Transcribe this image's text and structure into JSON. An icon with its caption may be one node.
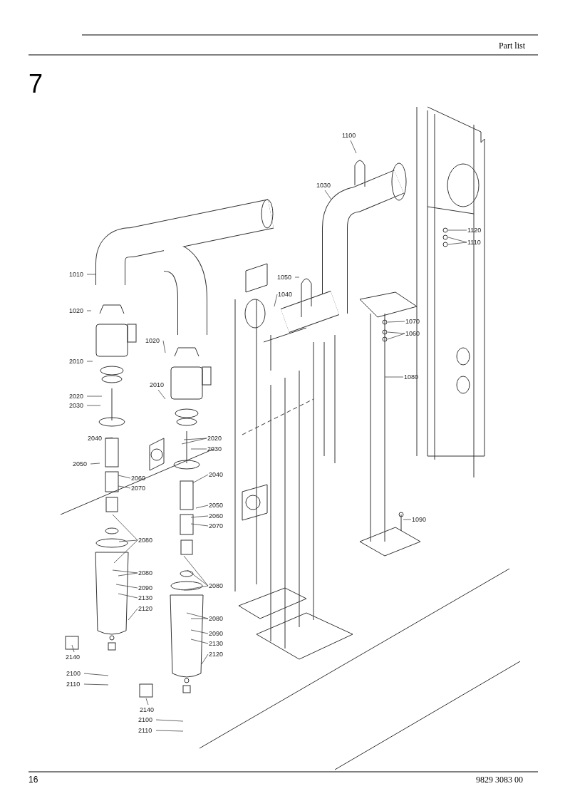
{
  "diagram": {
    "nodes": [
      {
        "text": [
          "1010"
        ]
      },
      {
        "text": [
          "1020"
        ]
      },
      {
        "text": [
          "2010"
        ]
      },
      {
        "text": [
          "2020"
        ]
      },
      {
        "text": [
          "2030"
        ]
      },
      {
        "text": [
          "2040"
        ]
      },
      {
        "text": [
          "2050"
        ]
      },
      {
        "text": [
          "2060"
        ]
      },
      {
        "text": [
          "2070"
        ]
      },
      {
        "text": [
          "2080"
        ]
      },
      {
        "text": [
          "2080"
        ]
      },
      {
        "text": [
          "2090"
        ]
      },
      {
        "text": [
          "2130"
        ]
      },
      {
        "text": [
          "2120"
        ]
      },
      {
        "text": [
          "2140"
        ]
      },
      {
        "text": [
          "2100"
        ]
      },
      {
        "text": [
          "2110"
        ]
      },
      {
        "text": [
          "1020"
        ]
      },
      {
        "text": [
          "2010"
        ]
      },
      {
        "text": [
          "2020"
        ]
      },
      {
        "text": [
          "2030"
        ]
      },
      {
        "text": [
          "2040"
        ]
      },
      {
        "text": [
          "2050"
        ]
      },
      {
        "text": [
          "2060"
        ]
      },
      {
        "text": [
          "2070"
        ]
      },
      {
        "text": [
          "2080"
        ]
      },
      {
        "text": [
          "2080"
        ]
      },
      {
        "text": [
          "2090"
        ]
      },
      {
        "text": [
          "2130"
        ]
      },
      {
        "text": [
          "2120"
        ]
      },
      {
        "text": [
          "2140"
        ]
      },
      {
        "text": [
          "2100"
        ]
      },
      {
        "text": [
          "2110"
        ]
      },
      {
        "text": [
          "1100"
        ]
      },
      {
        "text": [
          "1030"
        ]
      },
      {
        "text": [
          "1050"
        ]
      },
      {
        "text": [
          "1040"
        ]
      },
      {
        "text": [
          "1120"
        ]
      },
      {
        "text": [
          "1110"
        ]
      },
      {
        "text": [
          "1070"
        ]
      },
      {
        "text": [
          "1060"
        ]
      },
      {
        "text": [
          "1080"
        ]
      },
      {
        "text": [
          "1090"
        ]
      }
    ],
    "edges": [
      {
        "from": 0,
        "to": null,
        "arrow": "none"
      },
      {
        "from": 1,
        "to": null,
        "arrow": "none"
      },
      {
        "from": 2,
        "to": null,
        "arrow": "none"
      },
      {
        "from": 3,
        "to": null,
        "arrow": "none"
      },
      {
        "from": 4,
        "to": null,
        "arrow": "none"
      },
      {
        "from": 5,
        "to": null,
        "arrow": "none"
      },
      {
        "from": 6,
        "to": null,
        "arrow": "none"
      },
      {
        "from": 7,
        "to": null,
        "arrow": "none"
      },
      {
        "from": 8,
        "to": null,
        "arrow": "none"
      },
      {
        "from": 9,
        "to": null,
        "arrow": "none"
      },
      {
        "from": 9,
        "to": null,
        "arrow": "none"
      },
      {
        "from": 9,
        "to": null,
        "arrow": "none"
      },
      {
        "from": 10,
        "to": null,
        "arrow": "none"
      },
      {
        "from": 10,
        "to": null,
        "arrow": "none"
      },
      {
        "from": 11,
        "to": null,
        "arrow": "none"
      },
      {
        "from": 12,
        "to": null,
        "arrow": "none"
      },
      {
        "from": 13,
        "to": null,
        "arrow": "none"
      },
      {
        "from": 14,
        "to": null,
        "arrow": "none"
      },
      {
        "from": 15,
        "to": null,
        "arrow": "none"
      },
      {
        "from": 16,
        "to": null,
        "arrow": "none"
      },
      {
        "from": 17,
        "to": null,
        "arrow": "none"
      },
      {
        "from": 18,
        "to": null,
        "arrow": "none"
      },
      {
        "from": 19,
        "to": null,
        "arrow": "none"
      },
      {
        "from": 19,
        "to": null,
        "arrow": "none"
      },
      {
        "from": 20,
        "to": null,
        "arrow": "none"
      },
      {
        "from": 21,
        "to": null,
        "arrow": "none"
      },
      {
        "from": 22,
        "to": null,
        "arrow": "none"
      },
      {
        "from": 23,
        "to": null,
        "arrow": "none"
      },
      {
        "from": 24,
        "to": null,
        "arrow": "none"
      },
      {
        "from": 25,
        "to": null,
        "arrow": "none"
      },
      {
        "from": 25,
        "to": null,
        "arrow": "none"
      },
      {
        "from": 25,
        "to": null,
        "arrow": "none"
      },
      {
        "from": 26,
        "to": null,
        "arrow": "none"
      },
      {
        "from": 26,
        "to": null,
        "arrow": "none"
      },
      {
        "from": 27,
        "to": null,
        "arrow": "none"
      },
      {
        "from": 28,
        "to": null,
        "arrow": "none"
      },
      {
        "from": 29,
        "to": null,
        "arrow": "none"
      },
      {
        "from": 30,
        "to": null,
        "arrow": "none"
      },
      {
        "from": 31,
        "to": null,
        "arrow": "none"
      },
      {
        "from": 32,
        "to": null,
        "arrow": "none"
      },
      {
        "from": 33,
        "to": null,
        "arrow": "none"
      },
      {
        "from": 34,
        "to": null,
        "arrow": "none"
      },
      {
        "from": 35,
        "to": null,
        "arrow": "none"
      },
      {
        "from": 36,
        "to": null,
        "arrow": "none"
      },
      {
        "from": 37,
        "to": null,
        "arrow": "none"
      },
      {
        "from": 38,
        "to": null,
        "arrow": "none"
      },
      {
        "from": 38,
        "to": null,
        "arrow": "none"
      },
      {
        "from": 39,
        "to": null,
        "arrow": "none"
      },
      {
        "from": 40,
        "to": null,
        "arrow": "none"
      },
      {
        "from": 40,
        "to": null,
        "arrow": "none"
      },
      {
        "from": 41,
        "to": null,
        "arrow": "none"
      },
      {
        "from": 42,
        "to": null,
        "arrow": "none"
      }
    ],
    "labels": [
      "Part list",
      "7",
      "16",
      "9829 3083 00"
    ]
  }
}
